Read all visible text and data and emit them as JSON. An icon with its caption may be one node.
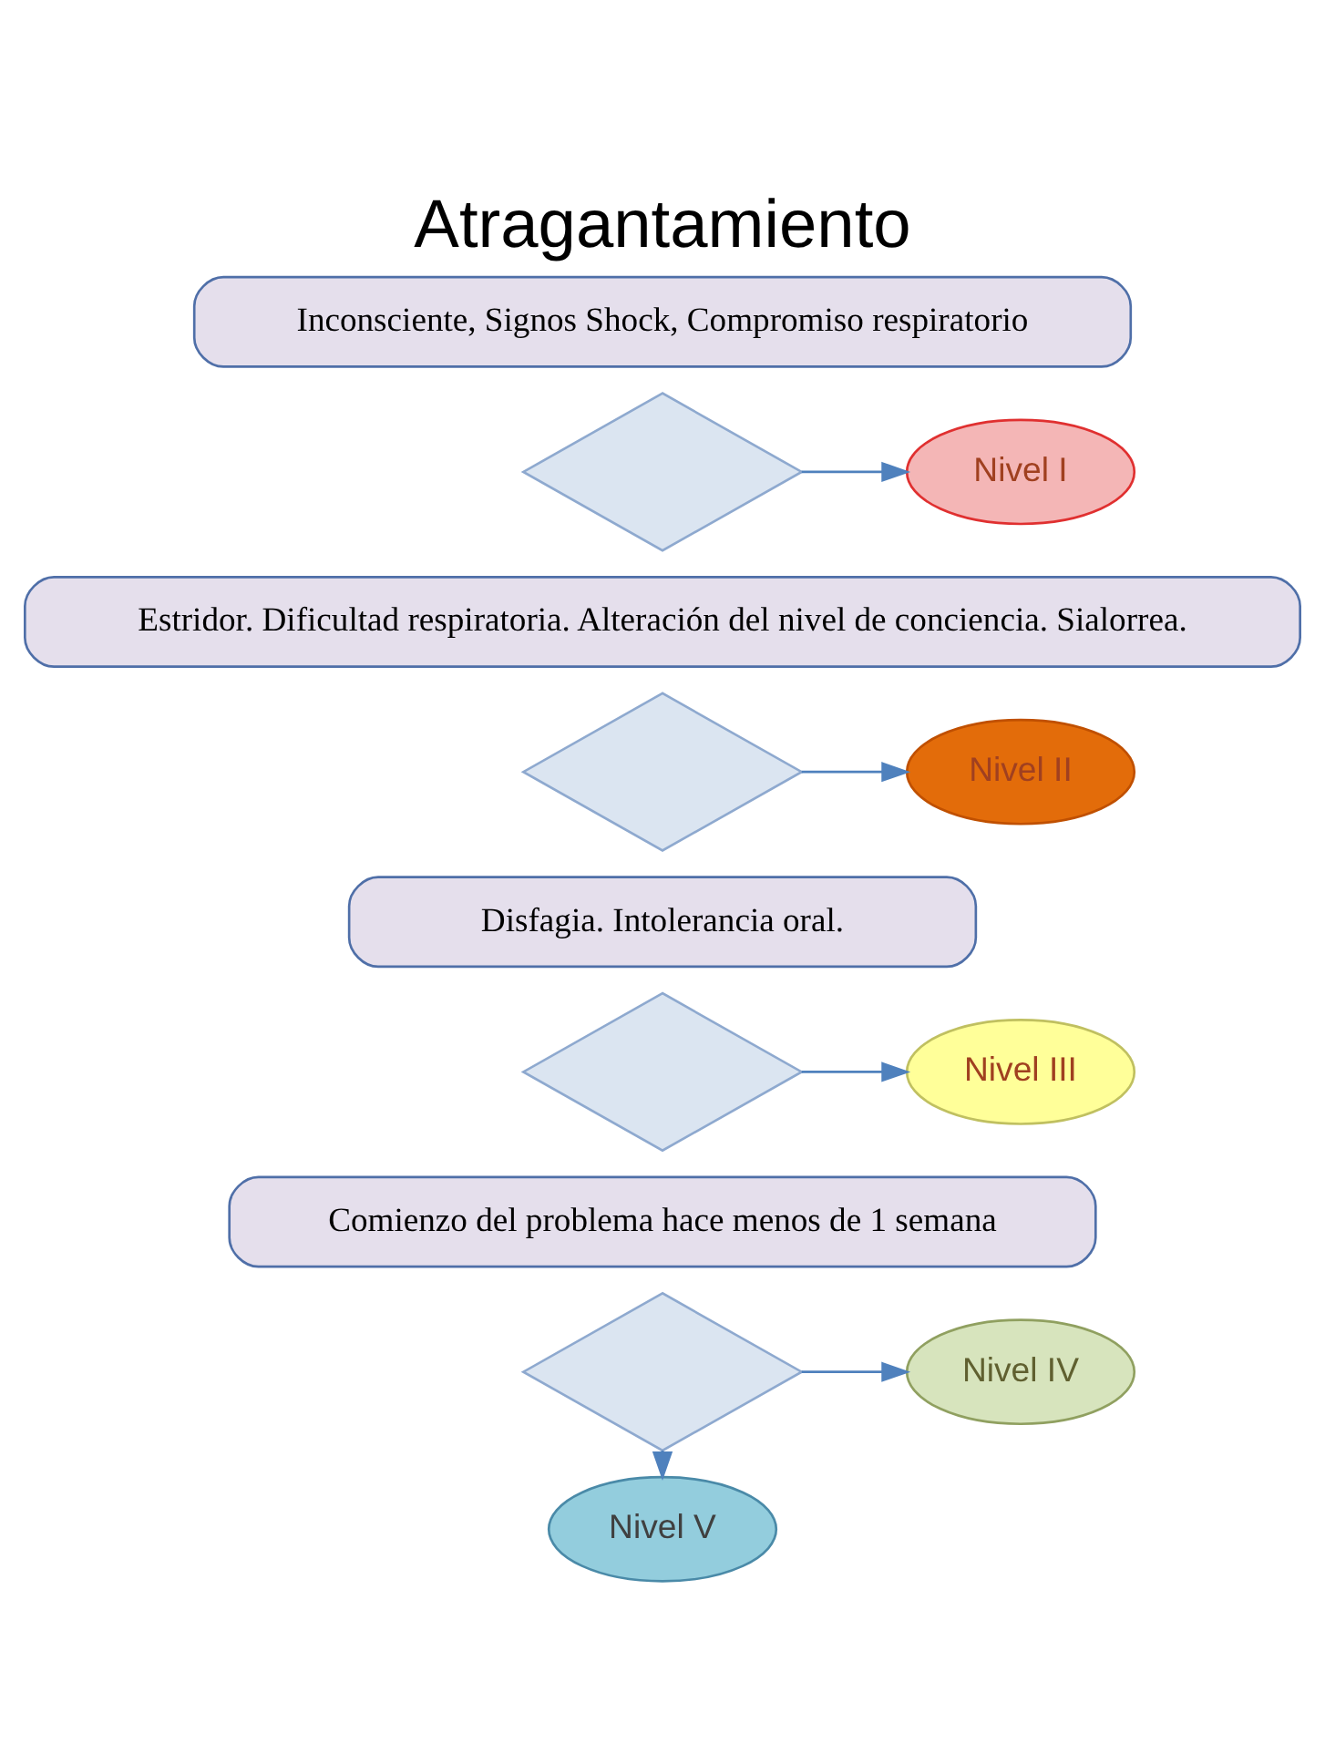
{
  "diagram": {
    "title": "Atragantamiento",
    "nodes": [
      {
        "text": [
          "Inconsciente, Signos Shock, Compromiso respiratorio"
        ]
      },
      {
        "text": [],
        "shape": "diamond"
      },
      {
        "text": [
          "Nivel I"
        ]
      },
      {
        "text": [
          "Estridor. Dificultad respiratoria. Alteración del nivel de conciencia. Sialorrea."
        ]
      },
      {
        "text": [],
        "shape": "diamond"
      },
      {
        "text": [
          "Nivel II"
        ]
      },
      {
        "text": [
          "Disfagia. Intolerancia oral."
        ]
      },
      {
        "text": [],
        "shape": "diamond"
      },
      {
        "text": [
          "Nivel III"
        ]
      },
      {
        "text": [
          "Comienzo del problema hace menos de 1 semana"
        ]
      },
      {
        "text": [],
        "shape": "diamond"
      },
      {
        "text": [
          "Nivel IV"
        ]
      },
      {
        "text": [
          "Nivel V"
        ]
      }
    ],
    "edges": [
      {
        "from": 1,
        "to": 2,
        "arrow": "to"
      },
      {
        "from": 4,
        "to": 5,
        "arrow": "to"
      },
      {
        "from": 7,
        "to": 8,
        "arrow": "to"
      },
      {
        "from": 10,
        "to": 11,
        "arrow": "to"
      },
      {
        "from": 10,
        "to": 12,
        "arrow": "to"
      }
    ]
  }
}
